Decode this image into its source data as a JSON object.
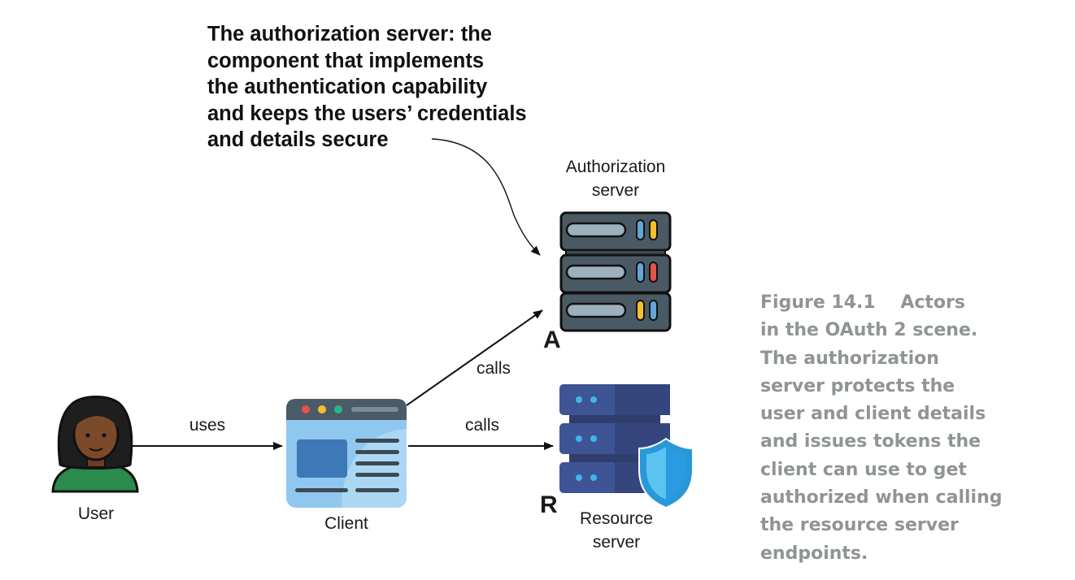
{
  "annotation": {
    "lines": [
      "The authorization server: the",
      "component that implements",
      "the authentication capability",
      "and keeps the users’ credentials",
      "and details secure"
    ]
  },
  "nodes": {
    "user": {
      "label": "User",
      "icon": "user-avatar-icon"
    },
    "client": {
      "label": "Client",
      "icon": "browser-window-icon"
    },
    "authorization_server": {
      "label_line1": "Authorization",
      "label_line2": "server",
      "letter": "A",
      "icon": "server-rack-icon"
    },
    "resource_server": {
      "label_line1": "Resource",
      "label_line2": "server",
      "letter": "R",
      "icon": "shielded-server-icon"
    }
  },
  "edges": {
    "user_to_client": "uses",
    "client_to_auth": "calls",
    "client_to_resource": "calls"
  },
  "caption": {
    "lines": [
      "Figure 14.1    Actors",
      "in the OAuth 2 scene.",
      "The authorization",
      "server protects the",
      "user and client details",
      "and issues tokens the",
      "client can use to get",
      "authorized when calling",
      "the resource server",
      "endpoints."
    ]
  },
  "colors": {
    "caption_text": "#8f9496",
    "auth_server_body": "#4a5a65",
    "resource_server_body": "#3f5494",
    "shield": "#29a7e0",
    "client_window": "#90c7ee"
  }
}
